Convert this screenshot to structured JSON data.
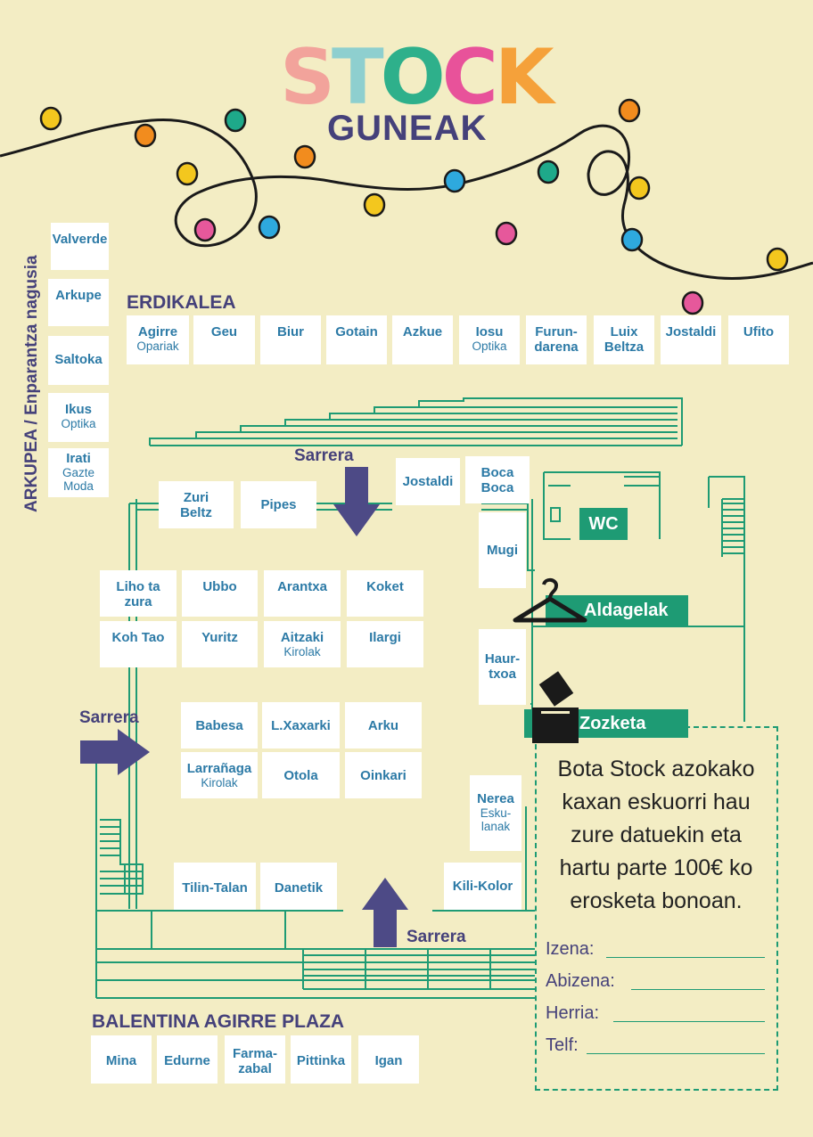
{
  "title": {
    "stock_letters": [
      "S",
      "T",
      "O",
      "C",
      "K"
    ],
    "subtitle": "GUNEAK"
  },
  "colors": {
    "background": "#f3edc4",
    "navy": "#45417a",
    "green": "#1e9b74",
    "stall_text": "#2c7aa6",
    "stock_letters": [
      "#f2a39b",
      "#8ecfcf",
      "#2eb08b",
      "#e8529a",
      "#f5a13a"
    ],
    "bulbs": [
      "#f3c71e",
      "#f28c1e",
      "#1ea98a",
      "#e6589b",
      "#2ea9de"
    ]
  },
  "streets": {
    "arkupea": "ARKUPEA / Enparantza nagusia",
    "erdikalea": "ERDIKALEA",
    "balentina": "BALENTINA AGIRRE PLAZA"
  },
  "stalls": {
    "left_column": [
      {
        "name": "Valverde",
        "sub": ""
      },
      {
        "name": "Arkupe",
        "sub": ""
      },
      {
        "name": "Saltoka",
        "sub": ""
      },
      {
        "name": "Ikus",
        "sub": "Optika"
      },
      {
        "name": "Irati",
        "sub": "Gazte Moda"
      }
    ],
    "erdikalea_row": [
      {
        "name": "Agirre",
        "sub": "Opariak"
      },
      {
        "name": "Geu",
        "sub": ""
      },
      {
        "name": "Biur",
        "sub": ""
      },
      {
        "name": "Gotain",
        "sub": ""
      },
      {
        "name": "Azkue",
        "sub": ""
      },
      {
        "name": "Iosu",
        "sub": "Optika"
      },
      {
        "name": "Furun-",
        "sub": "",
        "name2": "darena"
      },
      {
        "name": "Luix",
        "sub": "",
        "name2": "Beltza"
      },
      {
        "name": "Jostaldi",
        "sub": ""
      },
      {
        "name": "Ufito",
        "sub": ""
      }
    ],
    "hall": {
      "jostaldi": "Jostaldi",
      "boca": [
        "Boca",
        "Boca"
      ],
      "zuri_beltz": [
        "Zuri",
        "Beltz"
      ],
      "pipes": "Pipes",
      "mugi": "Mugi",
      "haurtxoa": [
        "Haur-",
        "txoa"
      ],
      "nerea": [
        "Nerea",
        "Esku-",
        "lanak"
      ],
      "kili_kolor": "Kili-Kolor",
      "row1": [
        [
          "Liho ta",
          "zura"
        ],
        [
          "Ubbo"
        ],
        [
          "Arantxa"
        ],
        [
          "Koket"
        ]
      ],
      "row2": [
        {
          "name": "Koh Tao",
          "sub": ""
        },
        {
          "name": "Yuritz",
          "sub": ""
        },
        {
          "name": "Aitzaki",
          "sub": "Kirolak"
        },
        {
          "name": "Ilargi",
          "sub": ""
        }
      ],
      "row3": [
        "Babesa",
        "L.Xaxarki",
        "Arku"
      ],
      "row4": [
        {
          "name": "Larrañaga",
          "sub": "Kirolak"
        },
        {
          "name": "Otola",
          "sub": ""
        },
        {
          "name": "Oinkari",
          "sub": ""
        }
      ],
      "tilin_talan": "Tilin-Talan",
      "danetik": "Danetik"
    },
    "balentina_row": [
      [
        "Mina"
      ],
      [
        "Edurne"
      ],
      [
        "Farma-",
        "zabal"
      ],
      [
        "Pittinka"
      ],
      [
        "Igan"
      ]
    ]
  },
  "entrances": {
    "top": "Sarrera",
    "left": "Sarrera",
    "bottom": "Sarrera"
  },
  "facilities": {
    "wc": "WC",
    "aldagelak": "Aldagelak",
    "zozketa": "Zozketa"
  },
  "contest": {
    "text": [
      "Bota Stock azokako",
      "kaxan eskuorri hau",
      "zure datuekin eta",
      "hartu parte 100€ ko",
      "erosketa bonoan."
    ],
    "fields": [
      "Izena:",
      "Abizena:",
      "Herria:",
      "Telf:"
    ]
  },
  "icons": {
    "hanger": "hanger-icon",
    "ballot": "ballot-box-icon",
    "bulbs": "light-bulb-icon"
  }
}
